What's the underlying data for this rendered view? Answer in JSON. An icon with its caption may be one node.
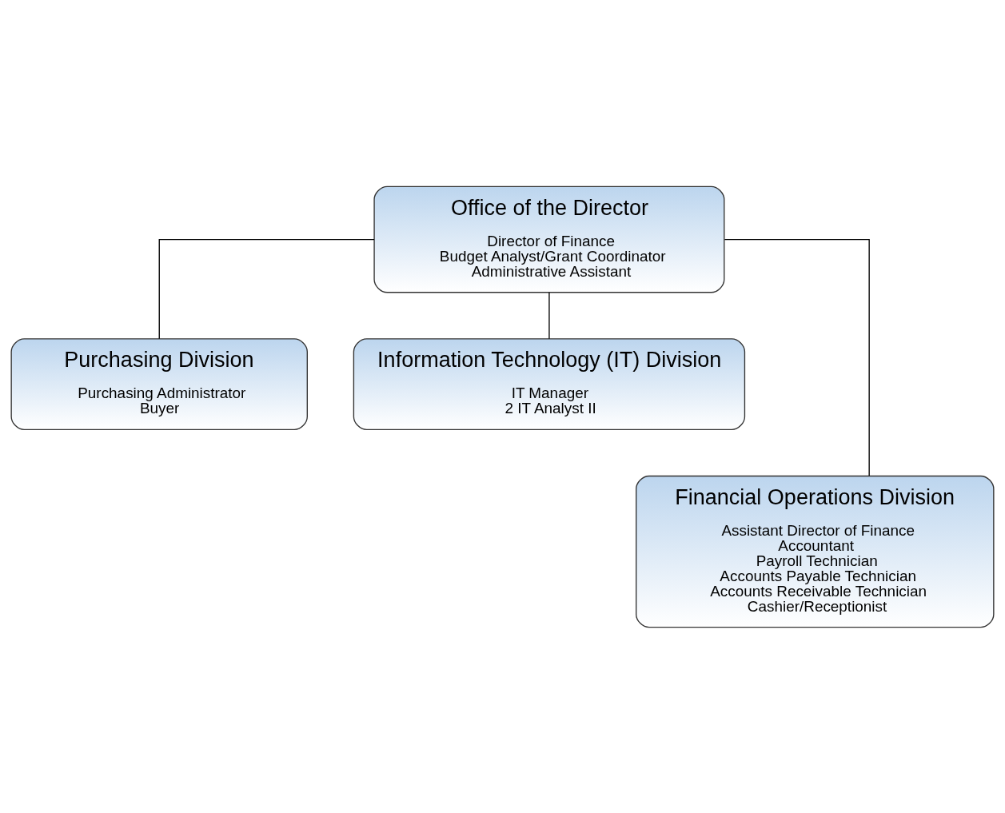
{
  "diagram": {
    "nodes": [
      {
        "text": [
          "Office of the Director",
          "Director of Finance",
          "Budget Analyst/Grant Coordinator",
          "Administrative Assistant"
        ]
      },
      {
        "text": [
          "Purchasing Division",
          "Purchasing Administrator",
          "Buyer"
        ]
      },
      {
        "text": [
          "Information Technology (IT) Division",
          "IT Manager",
          "2 IT Analyst II"
        ]
      },
      {
        "text": [
          "Financial Operations Division",
          "Assistant Director of Finance",
          "Accountant",
          "Payroll Technician",
          "Accounts Payable Technician",
          "Accounts Receivable Technician",
          "Cashier/Receptionist"
        ]
      }
    ],
    "edges": [
      {
        "from": 0,
        "to": 1,
        "arrow": "none"
      },
      {
        "from": 0,
        "to": 2,
        "arrow": "none"
      },
      {
        "from": 0,
        "to": 3,
        "arrow": "none"
      }
    ]
  }
}
